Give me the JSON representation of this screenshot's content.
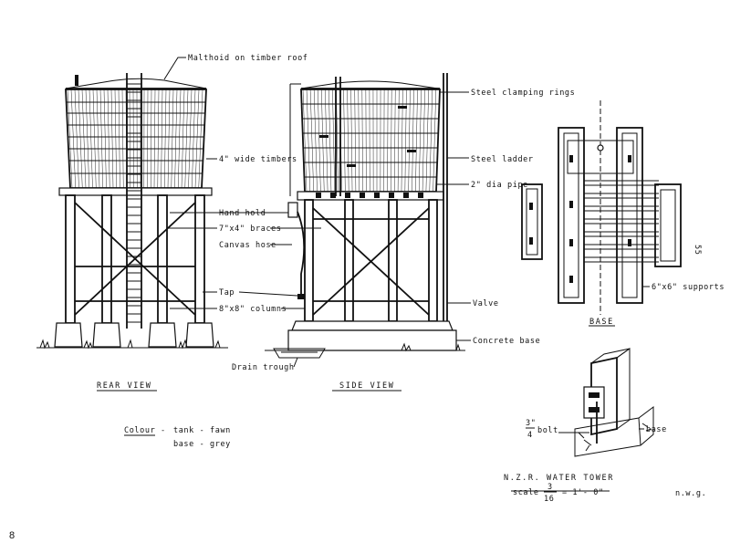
{
  "labels": {
    "roof": "Malthoid on timber roof",
    "rings": "Steel clamping rings",
    "timbers": "4\" wide timbers",
    "ladder": "Steel ladder",
    "pipe": "2\" dia pipe",
    "handhold": "Hand hold",
    "braces": "7\"x4\" braces",
    "hose": "Canvas hose",
    "tap": "Tap",
    "columns": "8\"x8\" columns",
    "valve": "Valve",
    "concrete": "Concrete base",
    "trough": "Drain trough",
    "supports": "6\"x6\" supports",
    "bolt": "bolt",
    "bolt_frac_num": "3\"",
    "bolt_frac_den": "4",
    "base_detail": "base",
    "side_code": "55"
  },
  "views": {
    "rear": "REAR VIEW",
    "side": "SIDE VIEW",
    "base": "BASE"
  },
  "colour": {
    "heading": "Colour",
    "tank": "tank - fawn",
    "base": "base - grey"
  },
  "title": {
    "main": "N.Z.R. WATER TOWER",
    "scale_prefix": "scale",
    "scale_num": "3",
    "scale_den": "16",
    "scale_suffix": "= 1'- 0\"",
    "initials": "n.w.g."
  },
  "page_number": "8"
}
